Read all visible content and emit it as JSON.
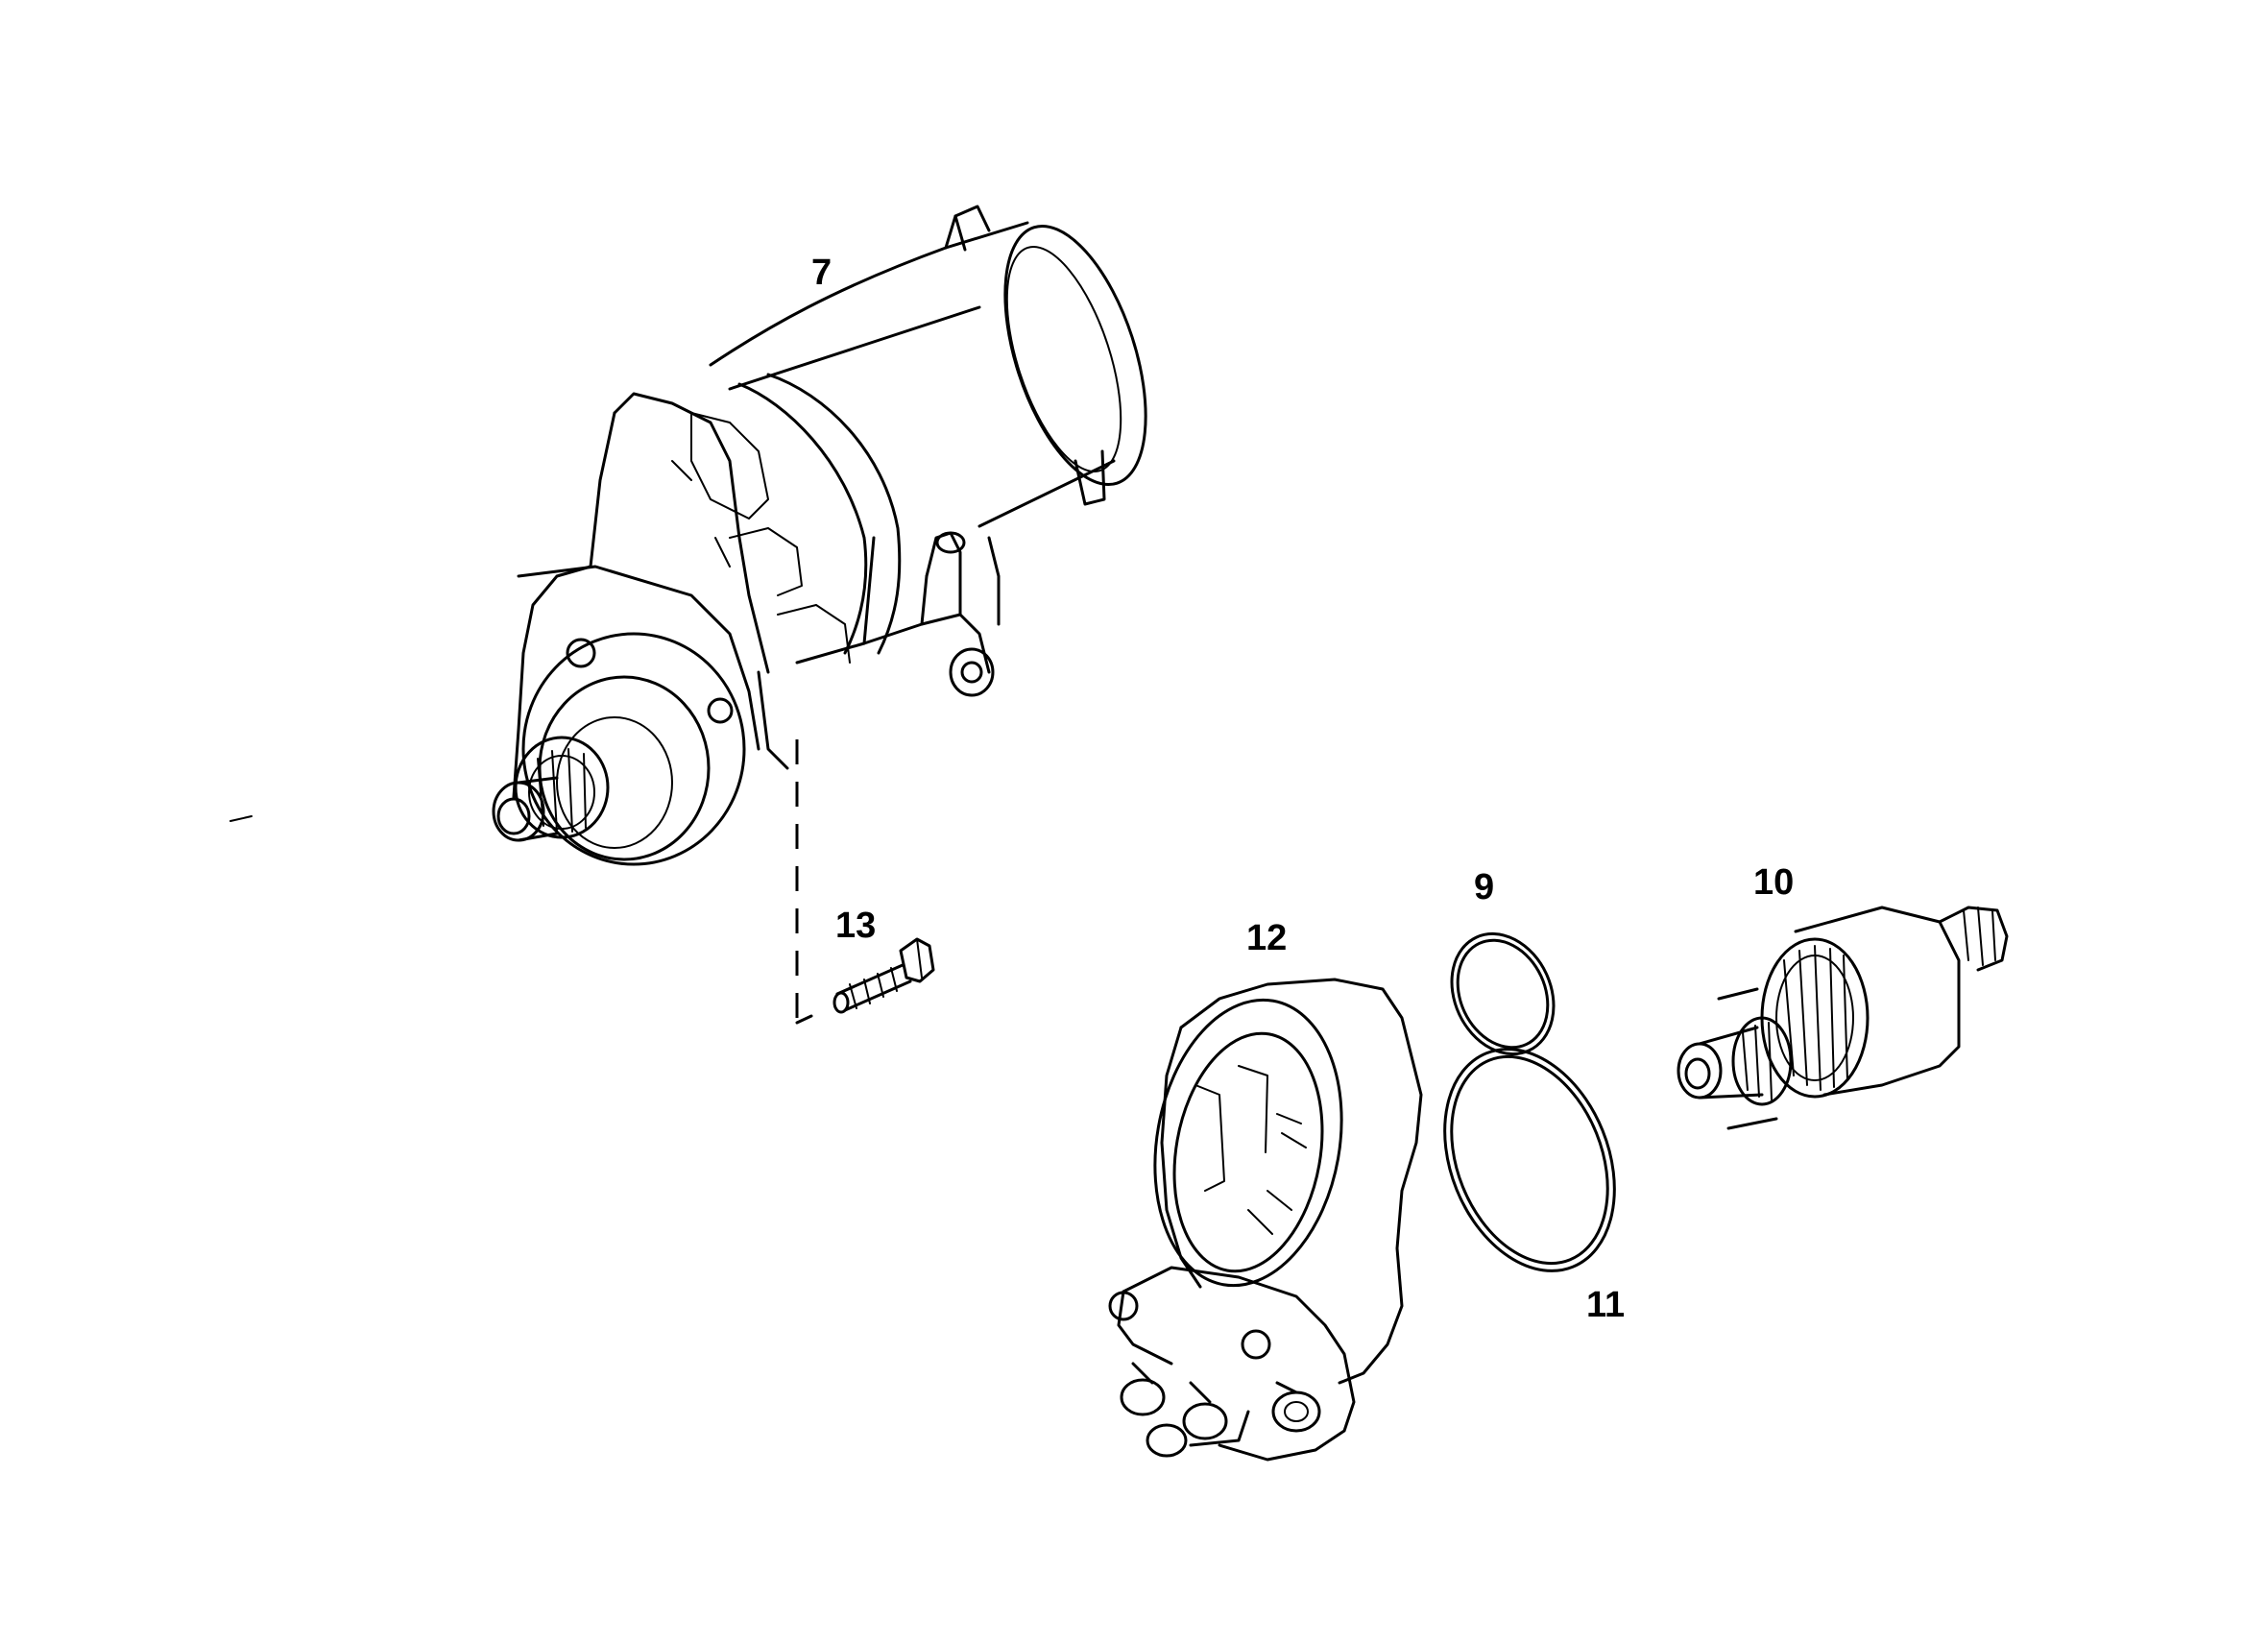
{
  "diagram": {
    "callouts": {
      "part_7": "7",
      "part_9": "9",
      "part_10": "10",
      "part_11": "11",
      "part_12": "12",
      "part_13": "13"
    },
    "line_color": "#000000",
    "background": "#ffffff"
  }
}
